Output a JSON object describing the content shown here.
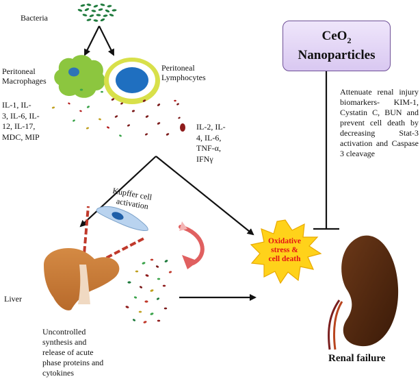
{
  "labels": {
    "bacteria": "Bacteria",
    "peritoneal_macrophages": [
      "Peritoneal",
      "Macrophages"
    ],
    "peritoneal_lymphocytes": [
      "Peritoneal",
      "Lymphocytes"
    ],
    "macrophage_cytokines": [
      "IL-1,  IL-",
      "3, IL-6, IL-",
      "12, IL-17,",
      "MDC, MIP"
    ],
    "lymphocyte_cytokines": [
      "IL-2, IL-",
      "4, IL-6,",
      "TNF-α,",
      "IFNγ"
    ],
    "kupffer_activation": [
      "Kupffer cell",
      "activation"
    ],
    "liver": "Liver",
    "liver_outcome": [
      "Uncontrolled",
      "synthesis and",
      "release of acute",
      "phase proteins and",
      "cytokines"
    ],
    "oxidative_stress": [
      "Oxidative",
      "stress &",
      "cell death"
    ],
    "renal_failure": "Renal failure"
  },
  "ceo2_box": {
    "formula": "CeO",
    "subscript": "2",
    "line2": "Nanoparticles"
  },
  "ceo2_effect_text": "Attenuate renal injury biomarkers- KIM-1, Cystatin C, BUN and prevent cell death by decreasing Stat-3 activation and Caspase 3 cleavage",
  "colors": {
    "macrophage_body": "#8cc63f",
    "macrophage_nucleus": "#2e74b5",
    "lymphocyte_ring": "#d8e04a",
    "lymphocyte_nucleus": "#1f6fc0",
    "bacteria": "#1e7a3c",
    "liver": "#c97b3a",
    "kupffer_cell": "#b9d3ef",
    "kidney": "#4a2410",
    "burst": "#ffd21a",
    "oxidative_text": "#e41414",
    "ceo2_fill": "#dccbf3",
    "ceo2_border": "#6e4f96",
    "curved_arrow": "#e06060"
  },
  "icons": [
    "bacteria-cluster-icon",
    "macrophage-cell-icon",
    "lymphocyte-cell-icon",
    "kupffer-cell-icon",
    "liver-icon",
    "kidney-icon",
    "starburst-icon",
    "curved-arrow-icon",
    "inhibition-bar-icon"
  ]
}
